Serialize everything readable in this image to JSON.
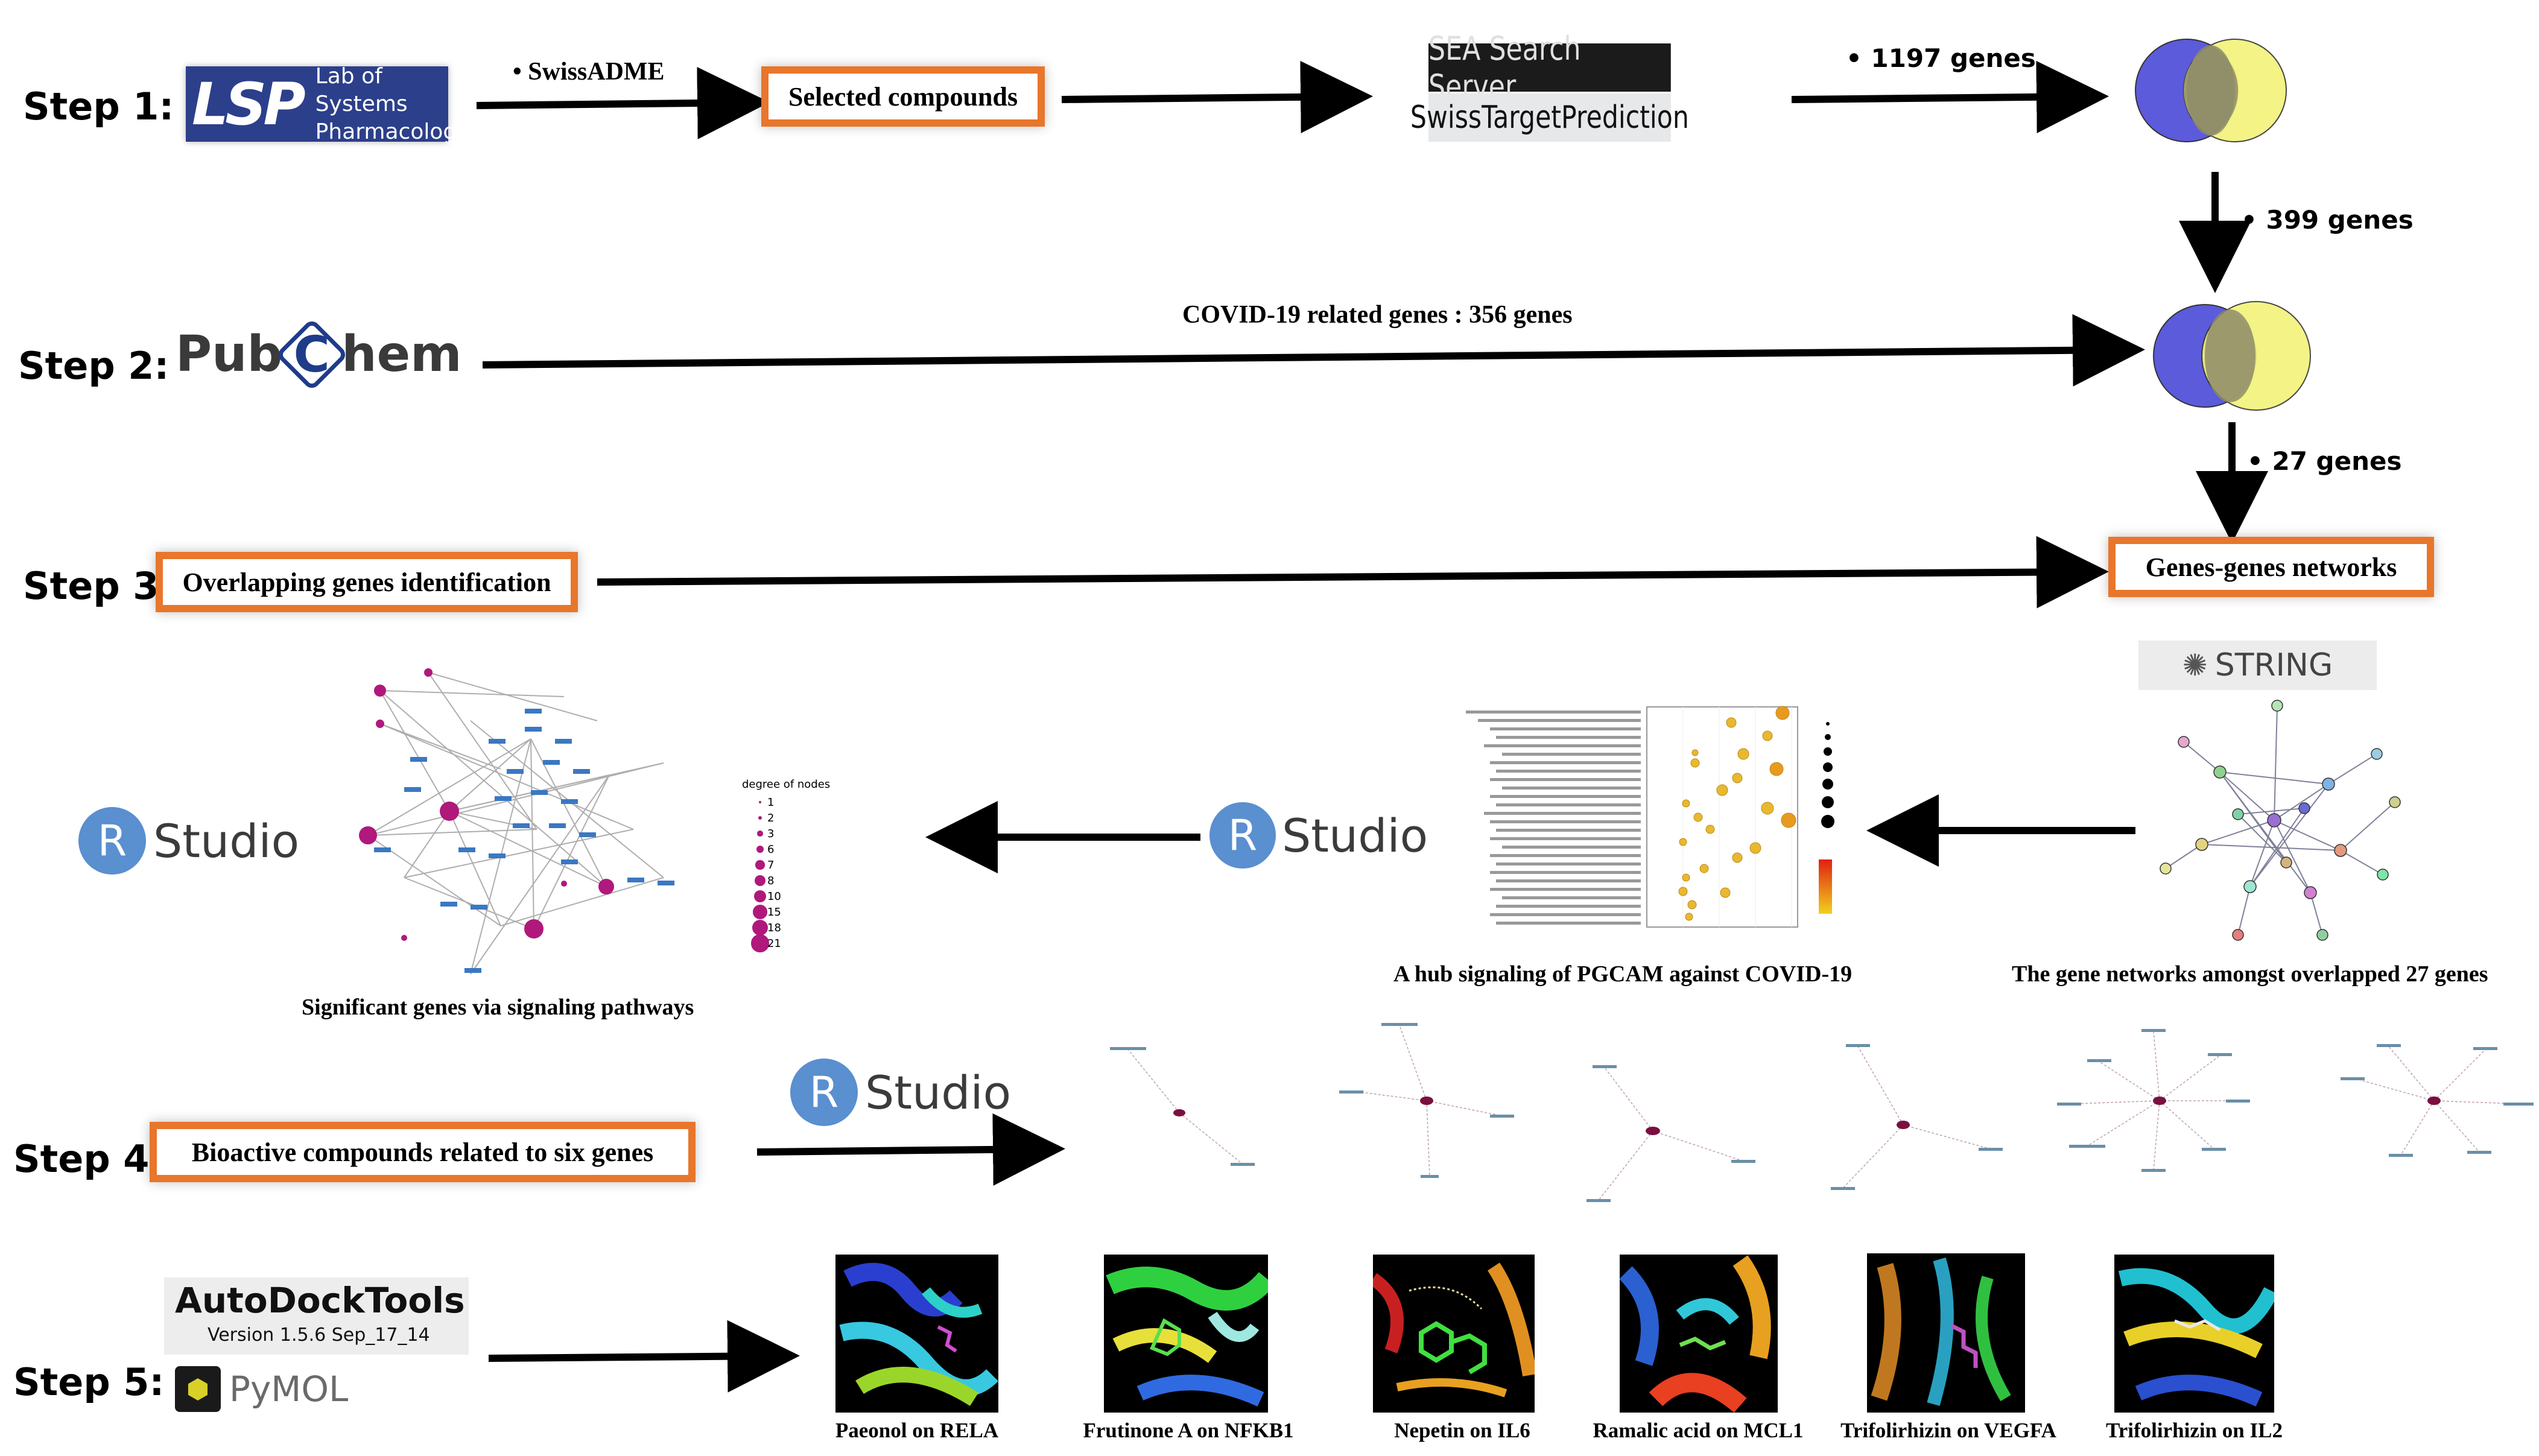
{
  "steps": {
    "s1": "Step 1:",
    "s2": "Step 2:",
    "s3": "Step 3:",
    "s4": "Step 4:",
    "s5": "Step 5:"
  },
  "step1": {
    "lsp_logo": "LSP",
    "lsp_line1": "Lab of Systems",
    "lsp_line2": "Pharmacology",
    "swissadme": "• SwissADME",
    "selected_compounds": "Selected compounds",
    "sea_server": "SEA Search Server",
    "swiss_target": "SwissTargetPrediction",
    "genes_1197": "• 1197 genes"
  },
  "venn_to_step2": "• 399 genes",
  "step2": {
    "pubchem": "PubChem",
    "covid_genes": "COVID-19 related genes : 356 genes"
  },
  "venn_to_step3": "• 27 genes",
  "step3": {
    "overlapping": "Overlapping genes identification",
    "gene_networks": "Genes-genes networks",
    "string": "STRING"
  },
  "rstudio": {
    "r": "R",
    "studio": "Studio"
  },
  "middle_row": {
    "string_caption": "The gene networks amongst overlapped 27 genes",
    "dotplot_caption": "A hub signaling of PGCAM against COVID-19",
    "network_caption": "Significant genes via signaling pathways",
    "legend_title": "degree of nodes",
    "legend_values": [
      "1",
      "2",
      "3",
      "6",
      "7",
      "8",
      "10",
      "15",
      "18",
      "21"
    ]
  },
  "step4": {
    "bioactive": "Bioactive compounds related to six genes"
  },
  "step5": {
    "autodock": "AutoDockTools",
    "version": "Version 1.5.6 Sep_17_14",
    "pymol": "PyMOL",
    "dockings": [
      "Paeonol on RELA",
      "Frutinone A on NFKB1",
      "Nepetin on IL6",
      "Ramalic acid on MCL1",
      "Trifolirhizin on VEGFA",
      "Trifolirhizin on IL2"
    ]
  },
  "colors": {
    "orange_border": "#e8762b",
    "venn_left": "#5b5bdc",
    "venn_right": "#f2f27a",
    "rstudio_blue": "#5a8fd0",
    "node_magenta": "#b0187c",
    "lsp_navy": "#2c3f8a"
  }
}
